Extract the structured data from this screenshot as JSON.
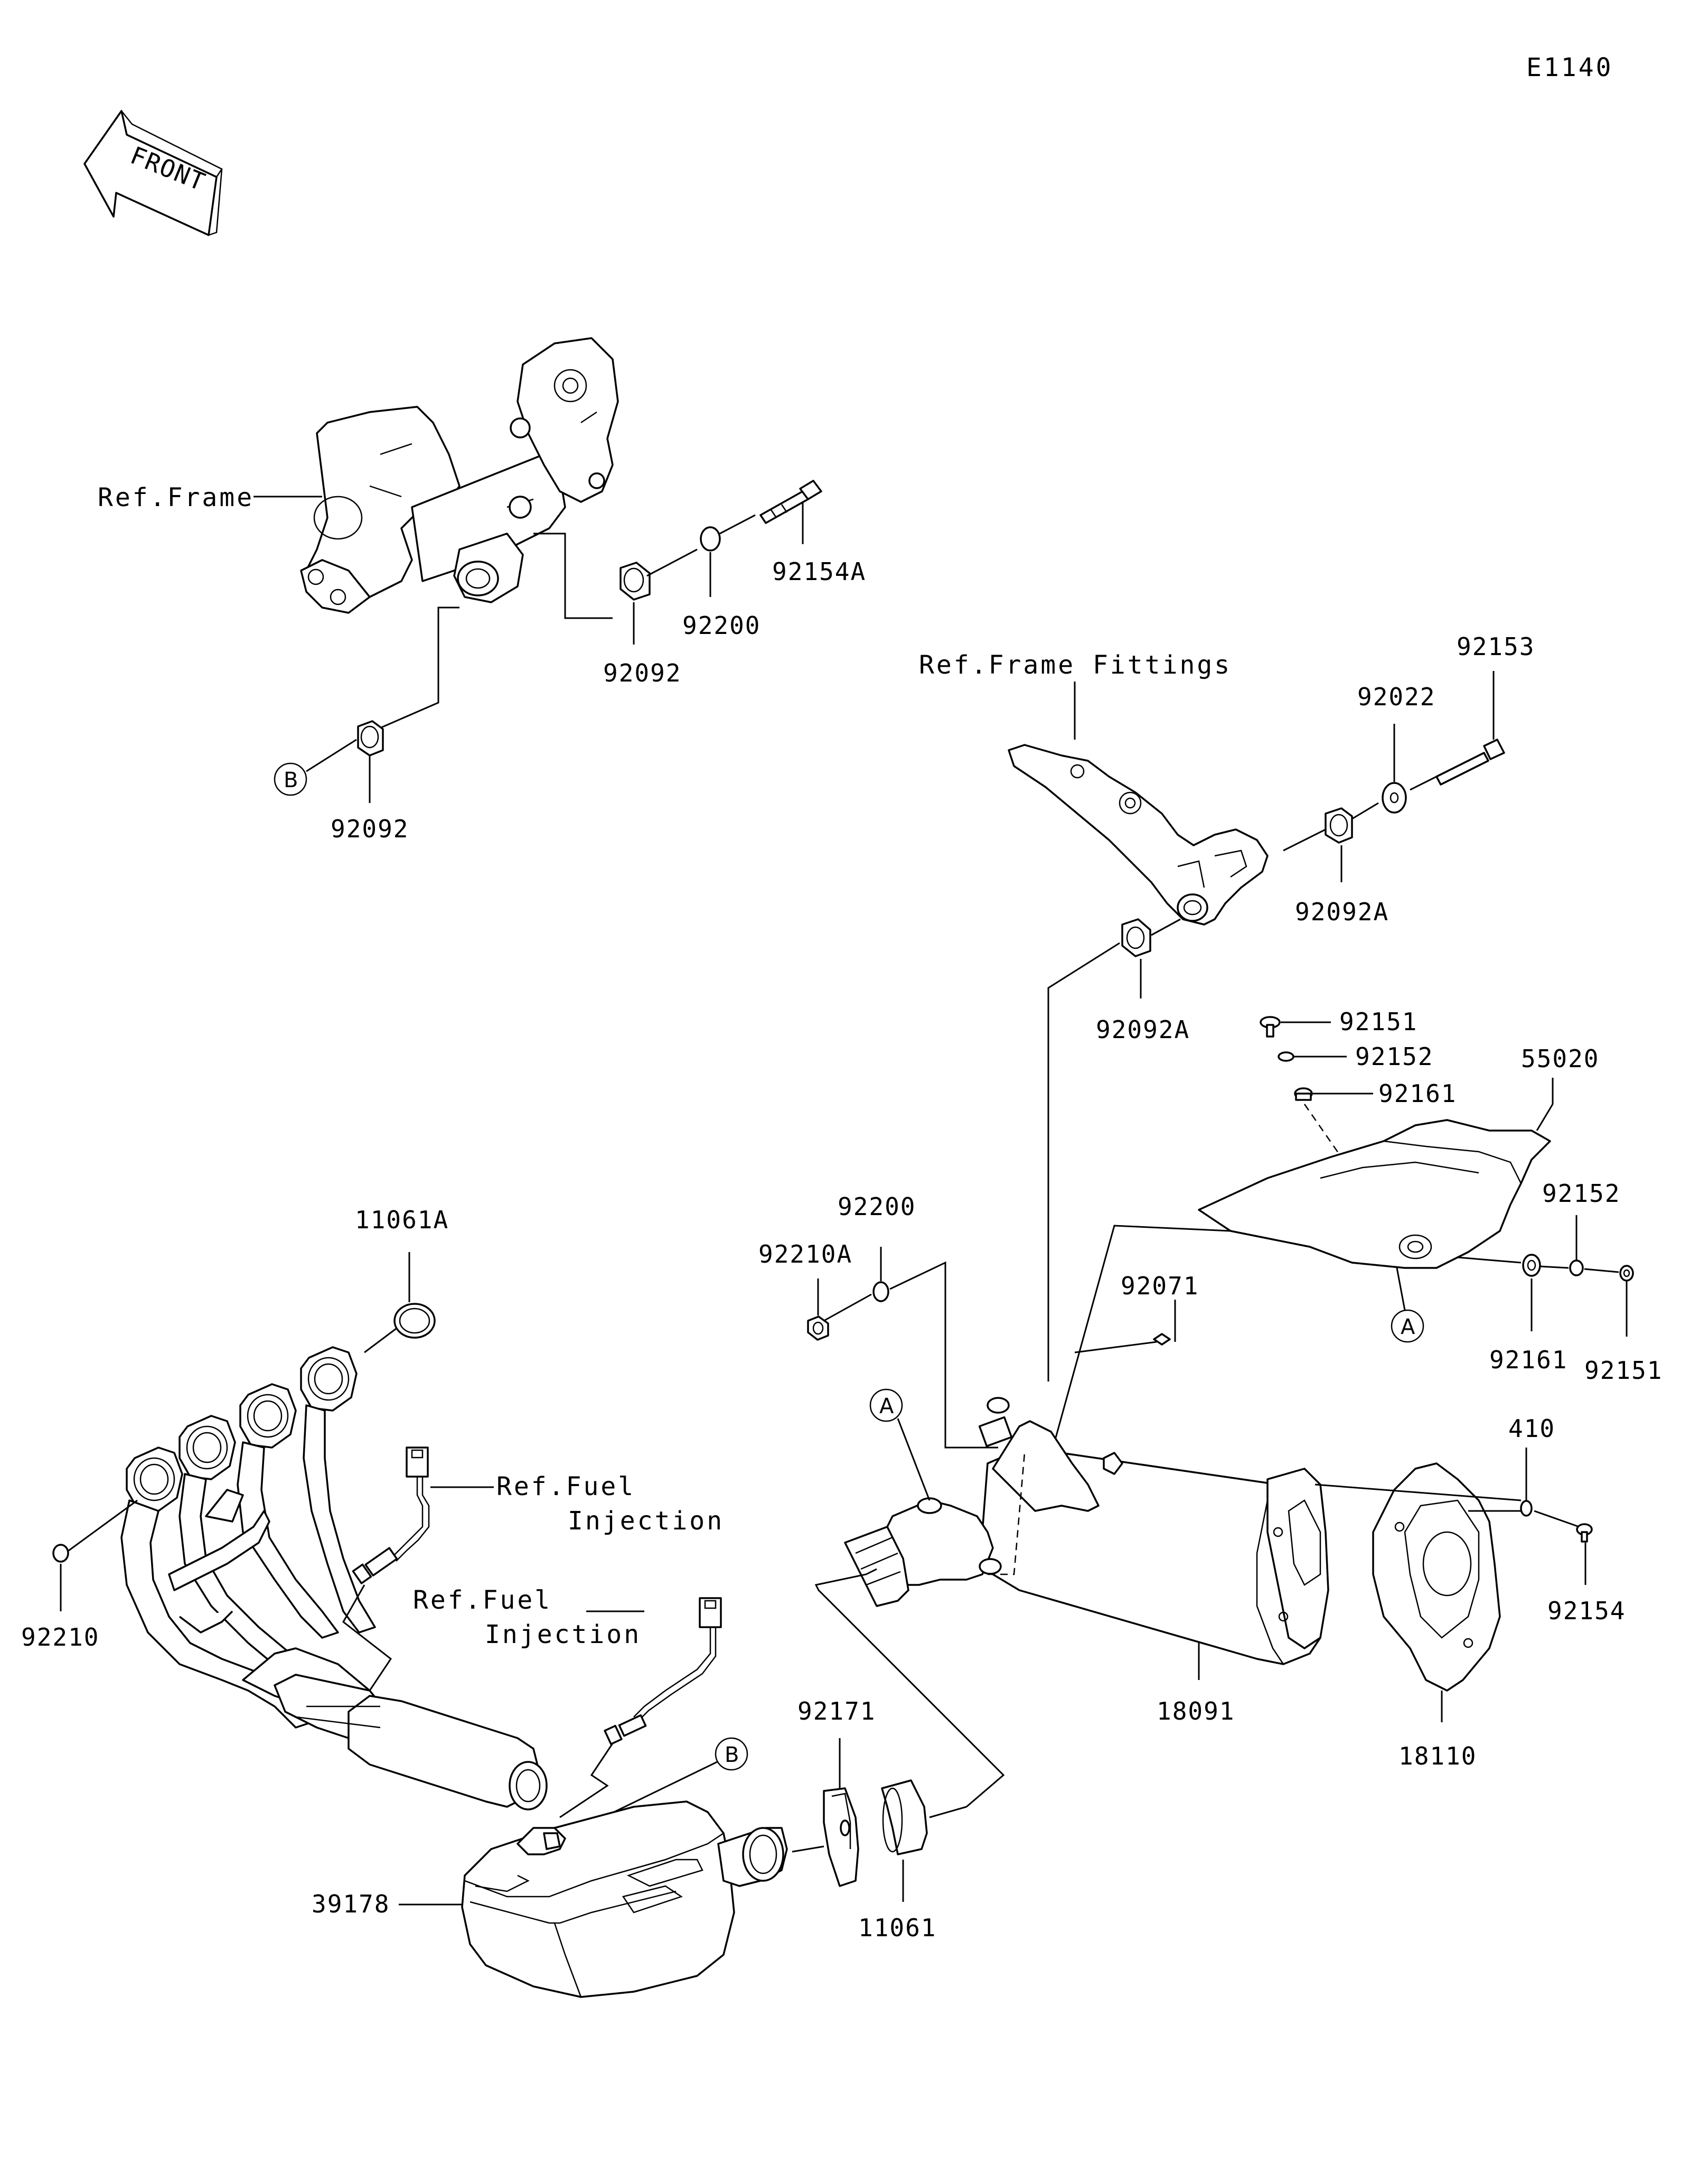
{
  "diagram_code": "E1140",
  "front_arrow_text": "FRONT",
  "references": {
    "frame": "Ref.Frame",
    "frame_fittings": "Ref.Frame Fittings",
    "fuel_injection_1_line1": "Ref.Fuel",
    "fuel_injection_1_line2": "Injection",
    "fuel_injection_2_line1": "Ref.Fuel",
    "fuel_injection_2_line2": "Injection"
  },
  "callouts": {
    "a_upper": "A",
    "a_lower": "A",
    "b_upper": "B",
    "b_lower": "B"
  },
  "parts": {
    "p92154A": "92154A",
    "p92200_top": "92200",
    "p92092_top": "92092",
    "p92092_b": "92092",
    "p92153": "92153",
    "p92022": "92022",
    "p92092A_right": "92092A",
    "p92092A_lower": "92092A",
    "p92151_top": "92151",
    "p92152_top": "92152",
    "p92161_top": "92161",
    "p55020": "55020",
    "p92152_right": "92152",
    "p92161_right": "92161",
    "p92151_right": "92151",
    "p11061A": "11061A",
    "p92200_mid": "92200",
    "p92210A": "92210A",
    "p92071": "92071",
    "p410": "410",
    "p92154": "92154",
    "p92210": "92210",
    "p18091": "18091",
    "p18110": "18110",
    "p92171": "92171",
    "p11061": "11061",
    "p39178": "39178"
  }
}
